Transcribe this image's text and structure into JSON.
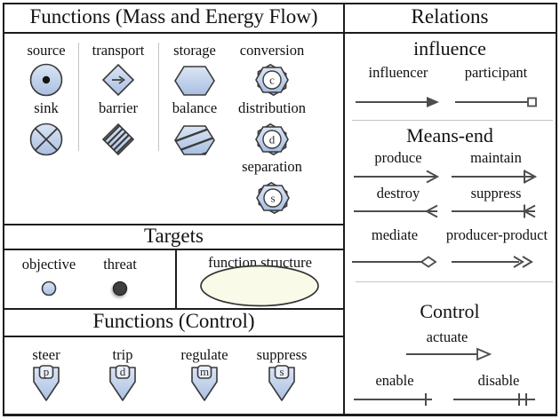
{
  "colors": {
    "symbol_top": "#dbe5f4",
    "symbol_bottom": "#a9bfe2",
    "outline": "#3a3a3a",
    "arrow": "#4d4d4d",
    "border": "#1c1c1c",
    "ellipse_fill": "#fafae8",
    "threat_fill": "#3f3f3f",
    "divider": "#c4c4c4"
  },
  "flow": {
    "title": "Functions (Mass and Energy Flow)",
    "cells": [
      {
        "label": "source",
        "icon": "source-icon"
      },
      {
        "label": "transport",
        "icon": "transport-icon"
      },
      {
        "label": "storage",
        "icon": "storage-icon"
      },
      {
        "label": "conversion",
        "icon": "conversion-icon",
        "letter": "c"
      },
      {
        "label": "sink",
        "icon": "sink-icon"
      },
      {
        "label": "barrier",
        "icon": "barrier-icon"
      },
      {
        "label": "balance",
        "icon": "balance-icon"
      },
      {
        "label": "distribution",
        "icon": "distribution-icon",
        "letter": "d"
      },
      {
        "label": "separation",
        "icon": "separation-icon",
        "letter": "s"
      }
    ]
  },
  "targets": {
    "title": "Targets",
    "objective_label": "objective",
    "threat_label": "threat",
    "function_structure_label": "function structure"
  },
  "functions_control": {
    "title": "Functions (Control)",
    "cells": [
      {
        "label": "steer",
        "letter": "p",
        "icon": "steer-icon"
      },
      {
        "label": "trip",
        "letter": "d",
        "icon": "trip-icon"
      },
      {
        "label": "regulate",
        "letter": "m",
        "icon": "regulate-icon"
      },
      {
        "label": "suppress",
        "letter": "s",
        "icon": "suppress-icon"
      }
    ]
  },
  "relations": {
    "title": "Relations",
    "influence": {
      "title": "influence",
      "influencer": "influencer",
      "participant": "participant"
    },
    "means_end": {
      "title": "Means-end",
      "produce": "produce",
      "maintain": "maintain",
      "destroy": "destroy",
      "suppress": "suppress",
      "mediate": "mediate",
      "producer_product": "producer-product"
    },
    "control": {
      "title": "Control",
      "actuate": "actuate",
      "enable": "enable",
      "disable": "disable"
    }
  }
}
